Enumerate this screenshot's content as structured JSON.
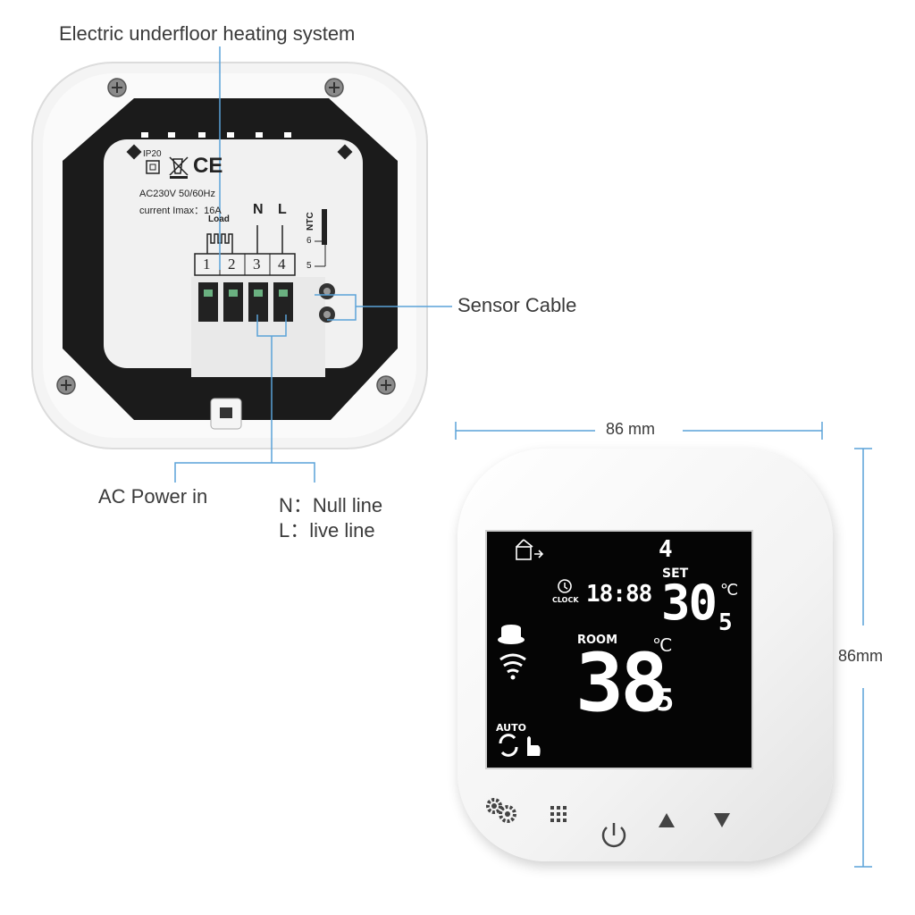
{
  "labels": {
    "heating_system": "Electric underfloor heating system",
    "sensor_cable": "Sensor Cable",
    "ac_power_in": "AC Power in",
    "null_line": "N：Null line",
    "live_line": "L：live line",
    "width_dim": "86 mm",
    "height_dim": "86mm"
  },
  "back_panel": {
    "ip_rating": "IP20",
    "ce_mark": "CE",
    "voltage": "AC230V 50/60Hz",
    "current": "current Imax：16A",
    "load": "Load",
    "terminal_n": "N",
    "terminal_l": "L",
    "terminals": [
      "1",
      "2",
      "3",
      "4"
    ],
    "ntc": "NTC",
    "ntc_pin_6": "6",
    "ntc_pin_5": "5"
  },
  "display": {
    "period": "4",
    "set_label": "SET",
    "set_temp": "30",
    "set_decimal": "5",
    "unit": "℃",
    "clock_label": "CLOCK",
    "clock_time": "18:88",
    "room_label": "ROOM",
    "room_temp": "38",
    "room_decimal": "5",
    "mode_label": "AUTO"
  },
  "icons": {
    "settings": "gear-icon",
    "menu": "grid-icon",
    "power": "power-icon",
    "up": "up-arrow-icon",
    "down": "down-arrow-icon"
  }
}
